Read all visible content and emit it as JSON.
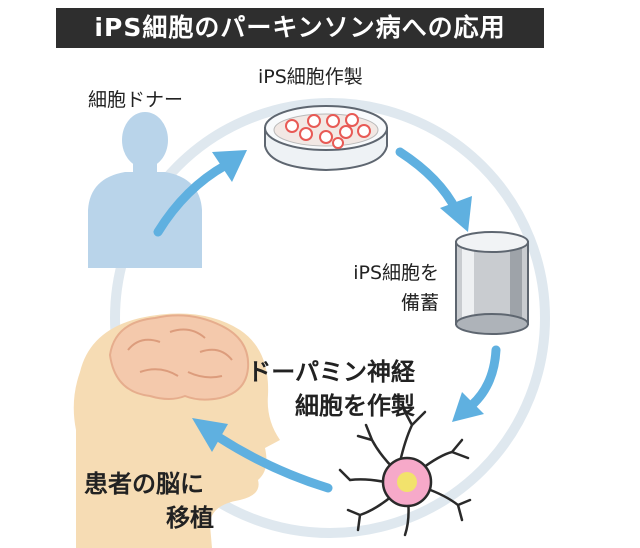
{
  "title": "iPS細胞のパーキンソン病への応用",
  "labels": {
    "donor": "細胞ドナー",
    "make_ips": "iPS細胞作製",
    "store_line1": "iPS細胞を",
    "store_line2": "備蓄",
    "dopamine_line1": "ドーパミン神経",
    "dopamine_line2": "細胞を作製",
    "transplant_line1": "患者の脳に",
    "transplant_line2": "移植"
  },
  "icons": [
    "person-silhouette-icon",
    "petri-dish-icon",
    "storage-cylinder-icon",
    "neuron-cell-icon",
    "patient-brain-icon"
  ],
  "colors": {
    "title_background": "#2e2e2e",
    "arrow": "#5fb0e0",
    "cycle_circle": "#dfe8ef",
    "donor_silhouette": "#b9d4ea",
    "patient_silhouette": "#f6dcb4",
    "brain": "#f4c9ac",
    "neuron_body": "#f6a9c9",
    "neuron_nucleus": "#f2e26c",
    "cell_colony": "#e85a55"
  }
}
